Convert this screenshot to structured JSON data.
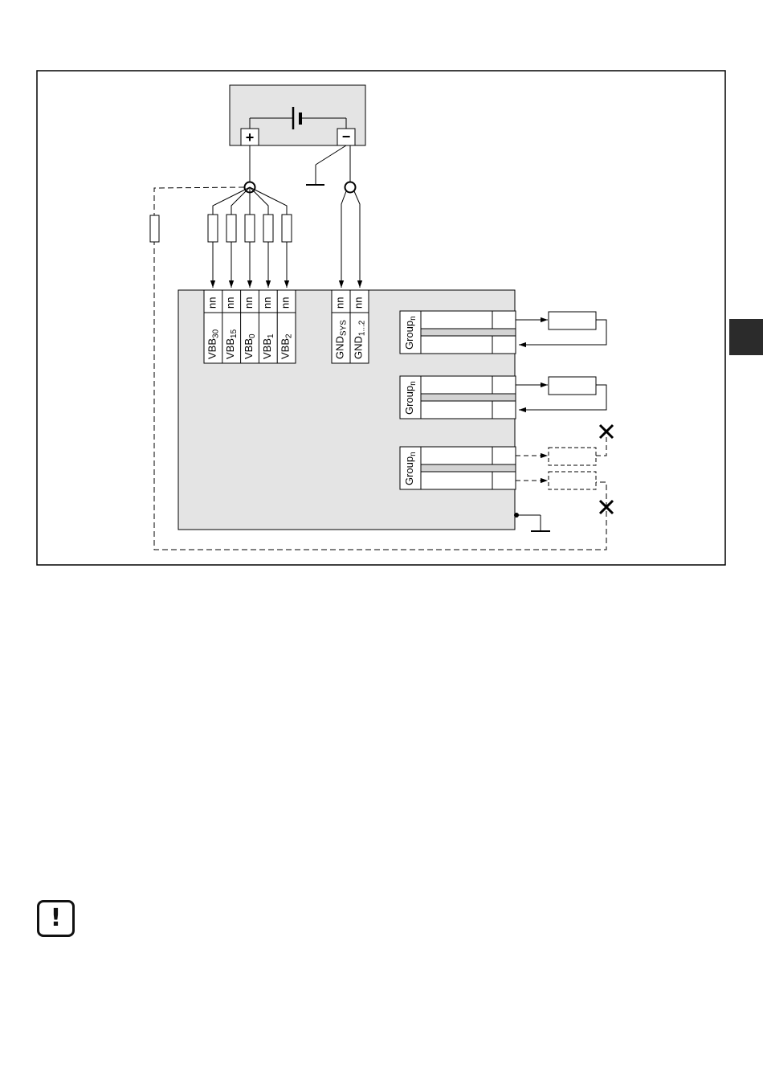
{
  "diagram": {
    "supply_labels": [
      "VBB",
      "VBB",
      "VBB",
      "VBB",
      "VBB"
    ],
    "supply_subs": [
      "30",
      "15",
      "0",
      "1",
      "2"
    ],
    "gnd_labels": [
      "GND",
      "GND"
    ],
    "gnd_subs": [
      "SYS",
      "1...2"
    ],
    "fuse_code": "nn",
    "group_label": "Group",
    "group_sub": "n",
    "battery_plus": "+",
    "battery_minus": "−",
    "groups": [
      {
        "state": "connected"
      },
      {
        "state": "connected"
      },
      {
        "state": "disconnected"
      }
    ]
  },
  "warning_icon": {
    "icon": "exclamation-icon",
    "glyph": "!"
  },
  "colors": {
    "module_fill": "#e4e4e4",
    "line": "#000000",
    "tab": "#2b2b2b"
  }
}
